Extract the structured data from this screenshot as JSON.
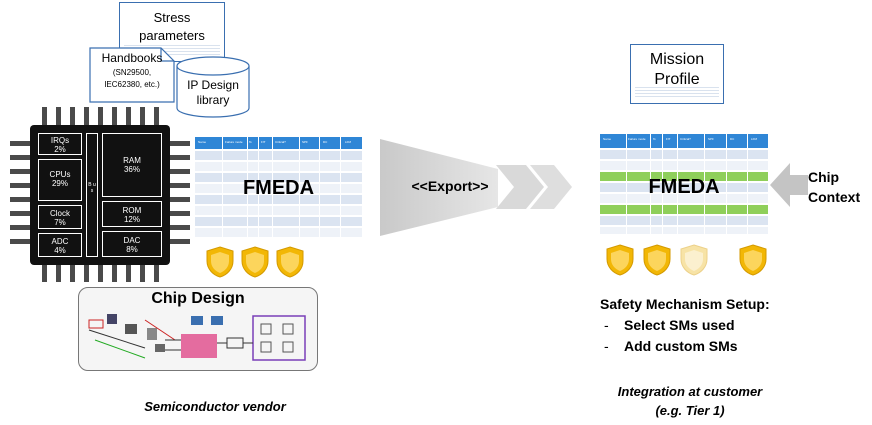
{
  "vendor": {
    "stress_box": {
      "line1": "Stress",
      "line2": "parameters"
    },
    "handbooks": {
      "title": "Handbooks",
      "line2": "(SN29500,",
      "line3": "IEC62380, etc.)"
    },
    "ip_library": {
      "line1": "IP Design",
      "line2": "library"
    },
    "chip": {
      "blocks": [
        {
          "name": "IRQs",
          "pct": "2%"
        },
        {
          "name": "CPUs",
          "pct": "29%"
        },
        {
          "name": "Clock",
          "pct": "7%"
        },
        {
          "name": "ADC",
          "pct": "4%"
        },
        {
          "name": "RAM",
          "pct": "36%"
        },
        {
          "name": "ROM",
          "pct": "12%"
        },
        {
          "name": "DAC",
          "pct": "8%"
        }
      ],
      "bus_label": "B u s"
    },
    "fmeda": {
      "title": "FMEDA",
      "columns": [
        "Name",
        "Failure mode",
        "%",
        "FIT",
        "Critical?",
        "SPF",
        "DC",
        "LFM"
      ]
    },
    "chip_design": {
      "title": "Chip Design"
    },
    "caption": "Semiconductor vendor"
  },
  "export_label": "<<Export>>",
  "customer": {
    "mission_profile": {
      "line1": "Mission",
      "line2": "Profile"
    },
    "fmeda": {
      "title": "FMEDA",
      "columns": [
        "Name",
        "Failure mode",
        "%",
        "FIT",
        "Critical?",
        "SPF",
        "DC",
        "LFM"
      ]
    },
    "chip_context": {
      "line1": "Chip",
      "line2": "Context"
    },
    "safety": {
      "title": "Safety Mechanism Setup:",
      "items": [
        "Select SMs used",
        "Add custom SMs"
      ],
      "bullet": "-"
    },
    "caption": {
      "line1": "Integration at customer",
      "line2": "(e.g. Tier 1)"
    }
  },
  "colors": {
    "table_header": "#2f86d6",
    "table_row": "#dbe4f1",
    "highlight_row": "#8fcf5a",
    "chip_body": "#111111",
    "shield": "#f2b705",
    "arrow": "#d9d9d9"
  }
}
